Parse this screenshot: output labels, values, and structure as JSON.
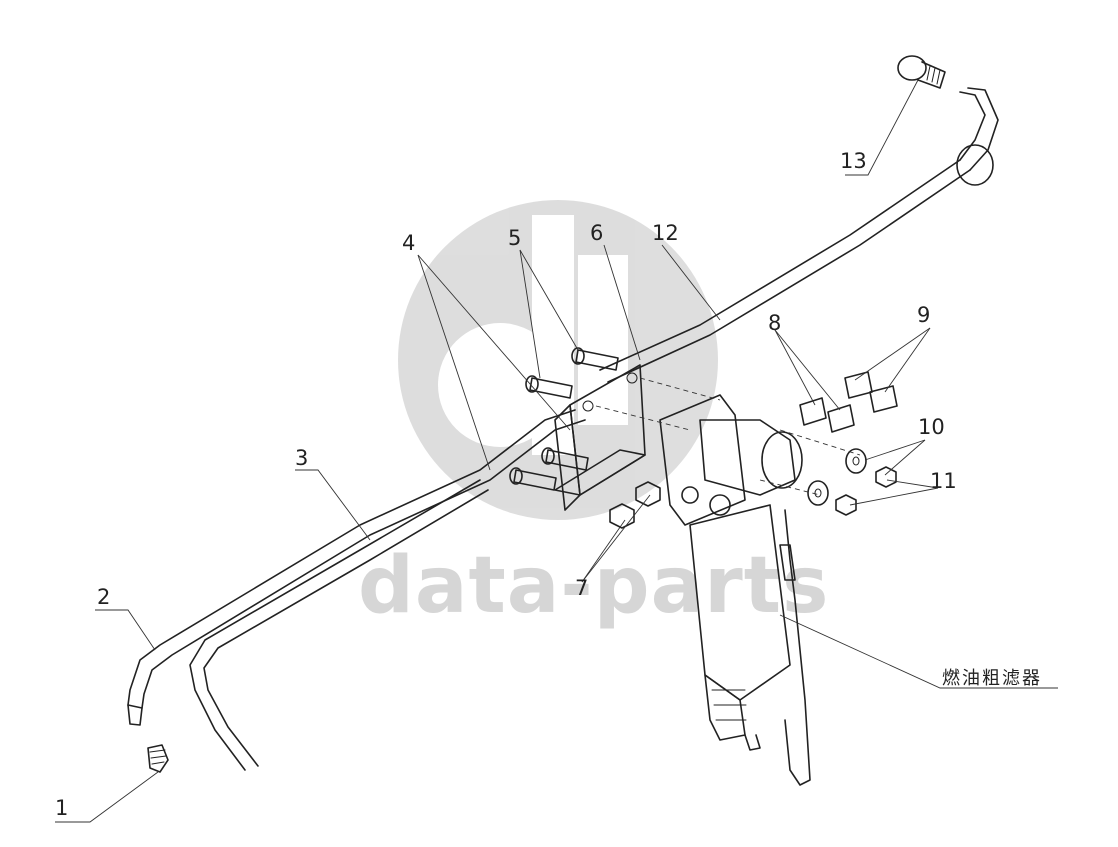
{
  "watermark": {
    "text": "data-parts",
    "color": "#d0d0d0"
  },
  "callouts": {
    "c1": "1",
    "c2": "2",
    "c3": "3",
    "c4": "4",
    "c5": "5",
    "c6": "6",
    "c7": "7",
    "c8": "8",
    "c9": "9",
    "c10": "10",
    "c11": "11",
    "c12": "12",
    "c13": "13"
  },
  "assembly_label": "燃油粗滤器"
}
